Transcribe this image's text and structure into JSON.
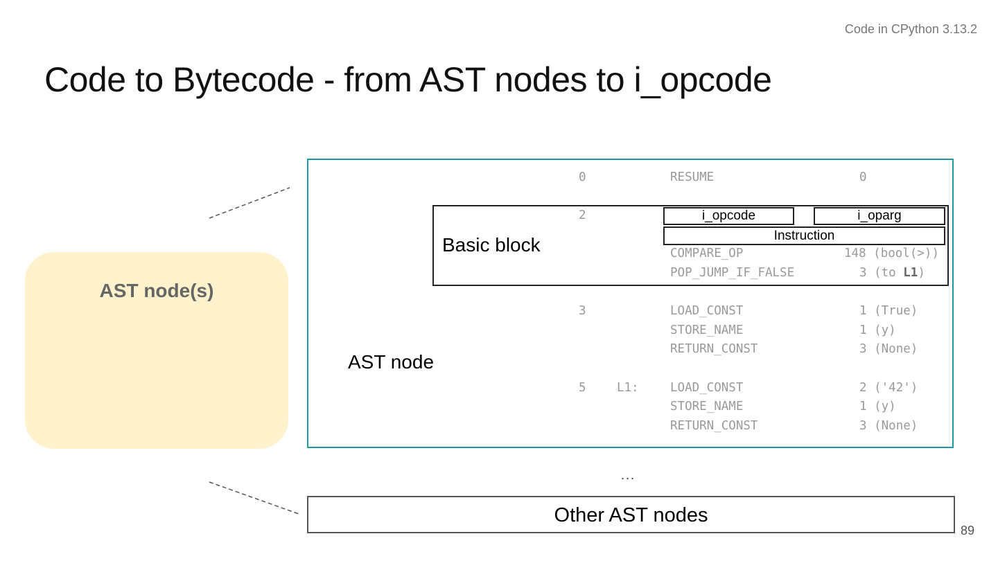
{
  "header": {
    "note": "Code in CPython 3.13.2",
    "title": "Code to Bytecode - from AST nodes to i_opcode"
  },
  "ast_box": {
    "label": "AST node(s)"
  },
  "code_rows": [
    {
      "line": "0",
      "label": "",
      "op": "RESUME",
      "arg": "0",
      "arg_extra": ""
    },
    {
      "line": "2",
      "label": "",
      "op": "",
      "arg": "",
      "arg_extra": ""
    },
    {
      "line": "",
      "label": "",
      "op": "COMPARE_OP",
      "arg": "148",
      "arg_extra": "(bool(>))"
    },
    {
      "line": "",
      "label": "",
      "op": "POP_JUMP_IF_FALSE",
      "arg": "3",
      "arg_extra": "(to L1)"
    },
    {
      "line": "3",
      "label": "",
      "op": "LOAD_CONST",
      "arg": "1",
      "arg_extra": "(True)"
    },
    {
      "line": "",
      "label": "",
      "op": "STORE_NAME",
      "arg": "1",
      "arg_extra": "(y)"
    },
    {
      "line": "",
      "label": "",
      "op": "RETURN_CONST",
      "arg": "3",
      "arg_extra": "(None)"
    },
    {
      "line": "5",
      "label": "L1:",
      "op": "LOAD_CONST",
      "arg": "2",
      "arg_extra": "('42')"
    },
    {
      "line": "",
      "label": "",
      "op": "STORE_NAME",
      "arg": "1",
      "arg_extra": "(y)"
    },
    {
      "line": "",
      "label": "",
      "op": "RETURN_CONST",
      "arg": "3",
      "arg_extra": "(None)"
    }
  ],
  "basic_block": {
    "label": "Basic block",
    "i_opcode": "i_opcode",
    "i_oparg": "i_oparg",
    "instruction": "Instruction"
  },
  "ast_node_label": "AST node",
  "ellipsis": "...",
  "other_nodes": "Other AST nodes",
  "page_number": "89",
  "colors": {
    "ast_box_fill": "#fff2cc",
    "teal_border": "#1a9a9e",
    "code_gray": "#9a9a9a"
  }
}
